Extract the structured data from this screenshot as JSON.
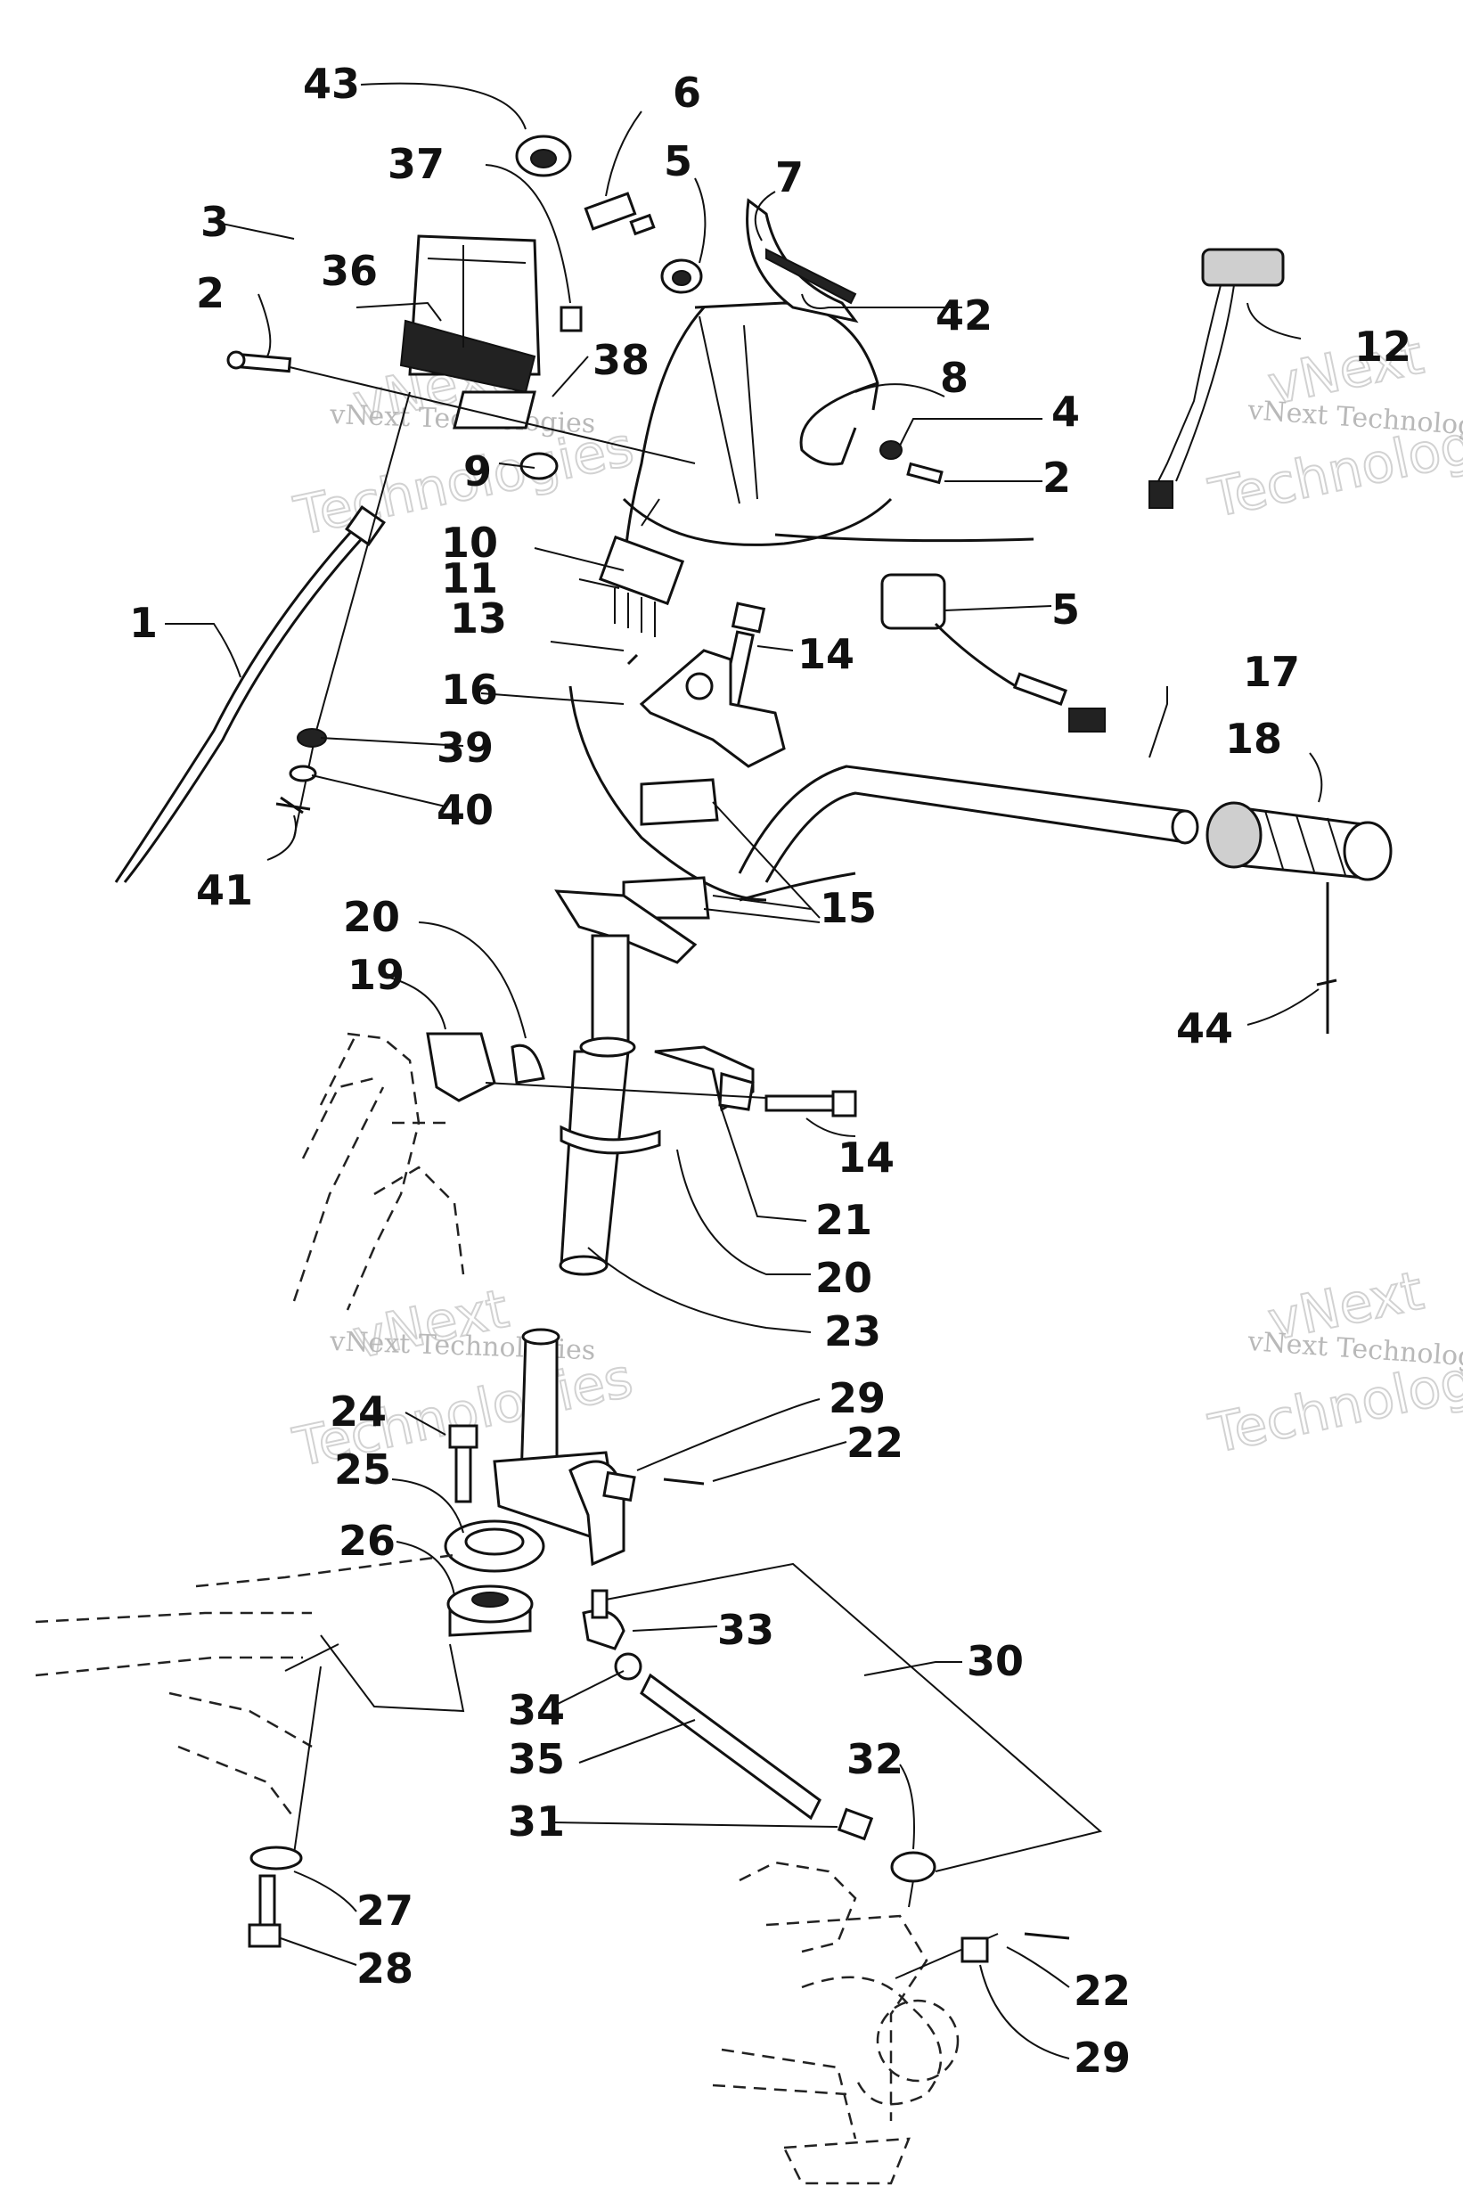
{
  "labels": [
    {
      "id": "p43",
      "text": "43"
    },
    {
      "id": "p6",
      "text": "6"
    },
    {
      "id": "p37",
      "text": "37"
    },
    {
      "id": "p5a",
      "text": "5"
    },
    {
      "id": "p7",
      "text": "7"
    },
    {
      "id": "p3",
      "text": "3"
    },
    {
      "id": "p36",
      "text": "36"
    },
    {
      "id": "p2a",
      "text": "2"
    },
    {
      "id": "p42",
      "text": "42"
    },
    {
      "id": "p12",
      "text": "12"
    },
    {
      "id": "p38",
      "text": "38"
    },
    {
      "id": "p8",
      "text": "8"
    },
    {
      "id": "p4",
      "text": "4"
    },
    {
      "id": "p9",
      "text": "9"
    },
    {
      "id": "p2b",
      "text": "2"
    },
    {
      "id": "p10",
      "text": "10"
    },
    {
      "id": "p11",
      "text": "11"
    },
    {
      "id": "p5b",
      "text": "5"
    },
    {
      "id": "p1",
      "text": "1"
    },
    {
      "id": "p13",
      "text": "13"
    },
    {
      "id": "p14a",
      "text": "14"
    },
    {
      "id": "p16",
      "text": "16"
    },
    {
      "id": "p17",
      "text": "17"
    },
    {
      "id": "p18",
      "text": "18"
    },
    {
      "id": "p39",
      "text": "39"
    },
    {
      "id": "p40",
      "text": "40"
    },
    {
      "id": "p41",
      "text": "41"
    },
    {
      "id": "p15",
      "text": "15"
    },
    {
      "id": "p20a",
      "text": "20"
    },
    {
      "id": "p19",
      "text": "19"
    },
    {
      "id": "p44",
      "text": "44"
    },
    {
      "id": "p14b",
      "text": "14"
    },
    {
      "id": "p21",
      "text": "21"
    },
    {
      "id": "p20b",
      "text": "20"
    },
    {
      "id": "p23",
      "text": "23"
    },
    {
      "id": "p29a",
      "text": "29"
    },
    {
      "id": "p24",
      "text": "24"
    },
    {
      "id": "p22a",
      "text": "22"
    },
    {
      "id": "p25",
      "text": "25"
    },
    {
      "id": "p26",
      "text": "26"
    },
    {
      "id": "p33",
      "text": "33"
    },
    {
      "id": "p30",
      "text": "30"
    },
    {
      "id": "p34",
      "text": "34"
    },
    {
      "id": "p35",
      "text": "35"
    },
    {
      "id": "p32",
      "text": "32"
    },
    {
      "id": "p31",
      "text": "31"
    },
    {
      "id": "p27",
      "text": "27"
    },
    {
      "id": "p28",
      "text": "28"
    },
    {
      "id": "p22b",
      "text": "22"
    },
    {
      "id": "p29b",
      "text": "29"
    }
  ],
  "watermark": {
    "company": "vNext Technologies",
    "brand": "vNext",
    "word": "Technologies",
    "company_cut": "vNext Technolog",
    "word_cut": "Technolog"
  }
}
